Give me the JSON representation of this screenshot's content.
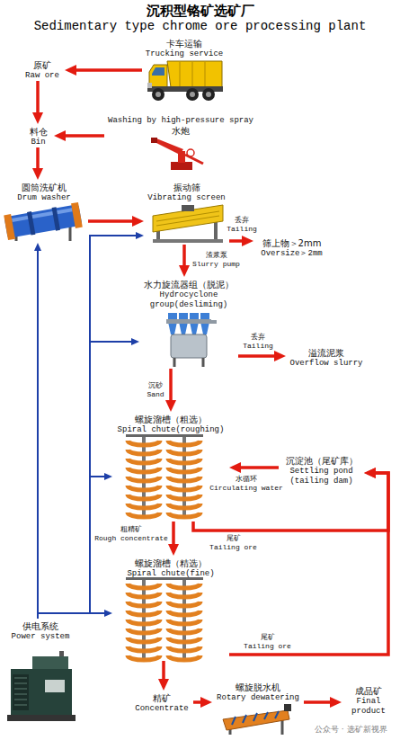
{
  "diagram": {
    "title": "沉积型铬矿选矿厂",
    "nodes": [
      {
        "text": [
          "卡车运输",
          "Trucking service"
        ]
      },
      {
        "text": [
          "原矿",
          "Raw ore"
        ]
      },
      {
        "text": [
          "Washing by high-pressure spray",
          "水炮"
        ]
      },
      {
        "text": [
          "料仓",
          "Bin"
        ]
      },
      {
        "text": [
          "圆筒洗矿机",
          "Drum washer"
        ]
      },
      {
        "text": [
          "振动筛",
          "Vibrating screen"
        ]
      },
      {
        "text": [
          "筛上物＞2mm",
          "Oversize＞2mm"
        ]
      },
      {
        "text": [
          "水力旋流器组（脱泥）",
          "Hydrocyclone group(desliming)"
        ]
      },
      {
        "text": [
          "溢流泥浆",
          "Overflow slurry"
        ]
      },
      {
        "text": [
          "螺旋溜槽（粗选）",
          "Spiral chute(roughing)"
        ]
      },
      {
        "text": [
          "沉淀池（尾矿库）",
          "Settling pond (tailing dam)"
        ]
      },
      {
        "text": [
          "螺旋溜槽（精选）",
          "Spiral chute(fine)"
        ]
      },
      {
        "text": [
          "供电系统",
          "Power system"
        ]
      },
      {
        "text": [
          "精矿",
          "Concentrate"
        ]
      },
      {
        "text": [
          "螺旋脱水机",
          "Rotary dewatering"
        ]
      },
      {
        "text": [
          "成品矿",
          "Final product"
        ]
      }
    ],
    "edges": [
      {
        "from": 0,
        "to": 1,
        "arrow": "to"
      },
      {
        "from": 1,
        "to": 3,
        "arrow": "to"
      },
      {
        "from": 3,
        "to": 4,
        "arrow": "to"
      },
      {
        "from": 2,
        "to": 3,
        "arrow": "to"
      },
      {
        "from": 4,
        "to": 5,
        "arrow": "to"
      },
      {
        "from": 5,
        "to": 6,
        "label": "丢弃 Tailing",
        "arrow": "to"
      },
      {
        "from": 5,
        "to": 7,
        "label": "渣浆泵 Slurry pump",
        "arrow": "to"
      },
      {
        "from": 7,
        "to": 8,
        "label": "丢弃 Tailing",
        "arrow": "to"
      },
      {
        "from": 7,
        "to": 9,
        "label": "沉砂 Sand",
        "arrow": "to"
      },
      {
        "from": 10,
        "to": 9,
        "label": "水循环 Circulating water",
        "arrow": "to"
      },
      {
        "from": 9,
        "to": 11,
        "label": "粗精矿 Rough concentrate",
        "arrow": "to"
      },
      {
        "from": 9,
        "to": 10,
        "label": "尾矿 Tailing ore",
        "arrow": "to"
      },
      {
        "from": 11,
        "to": 10,
        "label": "尾矿 Tailing ore",
        "arrow": "to"
      },
      {
        "from": 11,
        "to": 13,
        "arrow": "to"
      },
      {
        "from": 13,
        "to": 14,
        "arrow": "to"
      },
      {
        "from": 14,
        "to": 15,
        "arrow": "to"
      },
      {
        "from": 12,
        "to": 4,
        "arrow": "to"
      },
      {
        "from": 12,
        "to": 5,
        "arrow": "to"
      },
      {
        "from": 12,
        "to": 7,
        "arrow": "to"
      },
      {
        "from": 12,
        "to": 9,
        "arrow": "to"
      },
      {
        "from": 12,
        "to": 11,
        "arrow": "to"
      }
    ],
    "labels": [
      "Sedimentary type chrome ore processing plant",
      "公众号 · 选矿新视界"
    ]
  }
}
